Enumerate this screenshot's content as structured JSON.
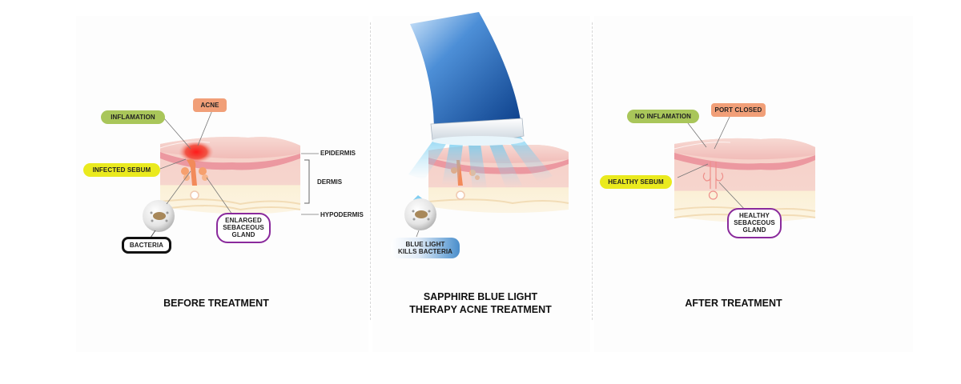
{
  "before": {
    "caption": "BEFORE TREATMENT",
    "labels": {
      "inflamation": "INFLAMATION",
      "acne": "ACNE",
      "infected_sebum": "INFECTED SEBUM",
      "enlarged_gland": [
        "ENLARGED",
        "SEBACEOUS",
        "GLAND"
      ],
      "bacteria": "BACTERIA"
    },
    "layers": {
      "epidermis": "EPIDERMIS",
      "dermis": "DERMIS",
      "hypodermis": "HYPODERMIS"
    }
  },
  "middle": {
    "caption": [
      "SAPPHIRE BLUE LIGHT",
      "THERAPY ACNE TREATMENT"
    ],
    "labels": {
      "blue_light": [
        "BLUE LIGHT",
        "KILLS BACTERIA"
      ]
    }
  },
  "after": {
    "caption": "AFTER TREATMENT",
    "labels": {
      "no_inflamation": "NO INFLAMATION",
      "port_closed": "PORT CLOSED",
      "healthy_sebum": "HEALTHY SEBUM",
      "healthy_gland": [
        "HEALTHY",
        "SEBACEOUS",
        "GLAND"
      ]
    }
  },
  "colors": {
    "epidermis": "#f2c2c2",
    "dermis": "#f8d6cf",
    "hypodermis": "#fbf1da",
    "inflamed": "#ec1c24",
    "sebum": "#f6a06e",
    "device": "#1f5ca8",
    "light": "#7fd2f2"
  }
}
